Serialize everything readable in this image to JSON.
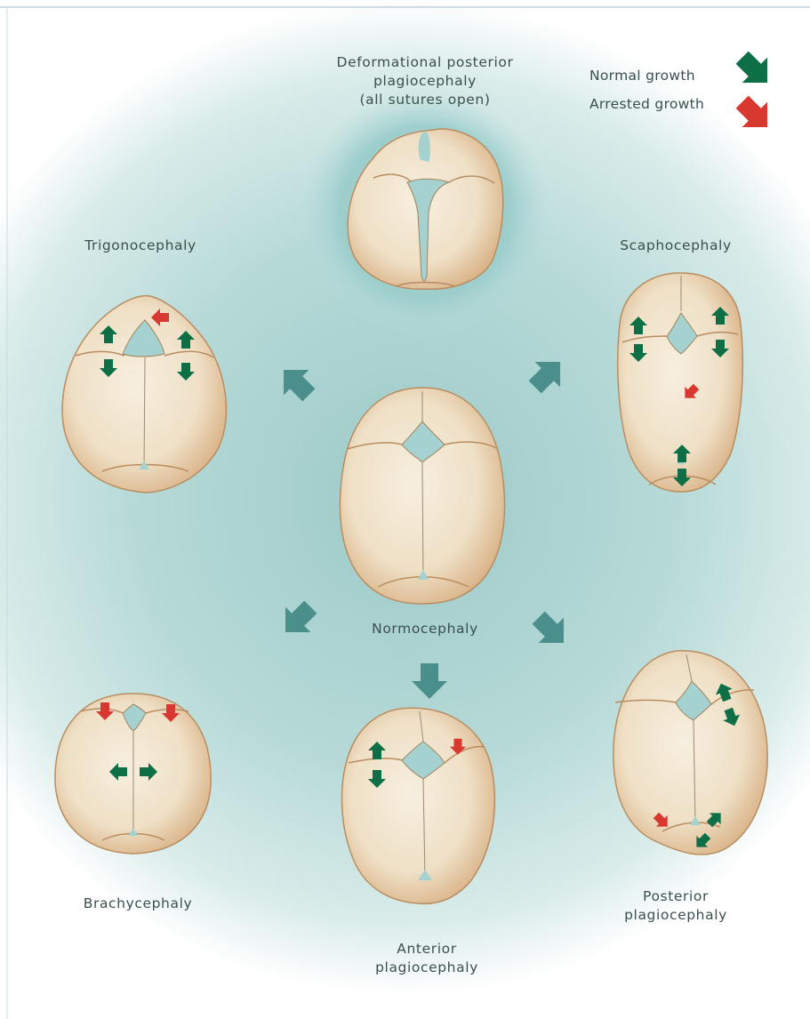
{
  "legend": {
    "normal_growth": "Normal growth",
    "arrested_growth": "Arrested growth",
    "normal_color": "#0e6e45",
    "arrested_color": "#d8382f"
  },
  "colors": {
    "background_teal": "#a9d0cf",
    "bone": "#f1e4cd",
    "bone_edge": "#c79c6c",
    "transition_arrow": "#4a8f8b"
  },
  "labels": {
    "deformational": [
      "Deformational posterior",
      "plagiocephaly",
      "(all sutures open)"
    ],
    "trigonocephaly": "Trigonocephaly",
    "scaphocephaly": "Scaphocephaly",
    "normocephaly": "Normocephaly",
    "brachycephaly": "Brachycephaly",
    "anterior_plagiocephaly": [
      "Anterior",
      "plagiocephaly"
    ],
    "posterior_plagiocephaly": [
      "Posterior",
      "plagiocephaly"
    ]
  }
}
